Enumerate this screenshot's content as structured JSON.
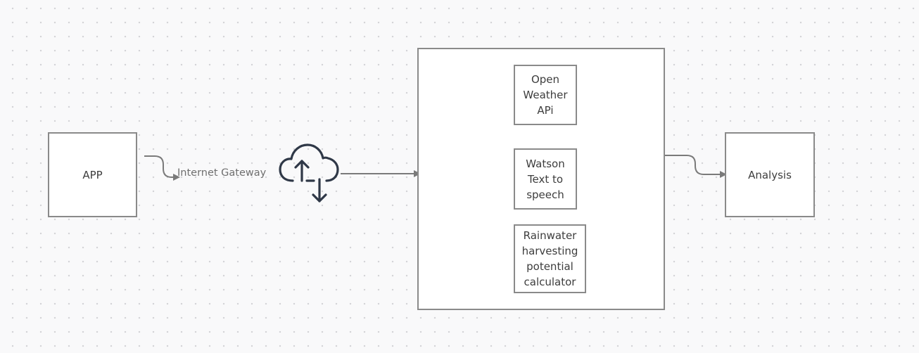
{
  "diagram": {
    "nodes": {
      "app": {
        "label": "APP"
      },
      "analysis": {
        "label": "Analysis"
      },
      "services": [
        {
          "id": "open-weather-api",
          "label": "Open\nWeather\nAPi"
        },
        {
          "id": "watson-text-to-speech",
          "label": "Watson\nText to\nspeech"
        },
        {
          "id": "rainwater-calculator",
          "label": "Rainwater\nharvesting\npotential\ncalculator"
        }
      ]
    },
    "edges": {
      "app_to_cloud": {
        "label": "Internet Gateway"
      }
    },
    "icons": {
      "cloud": "cloud-upload-download-icon"
    },
    "colors": {
      "connector": "#7a7a7a",
      "icon": "#2f3847",
      "box_border": "#8a8a8a",
      "canvas": "#f9f9fa"
    }
  }
}
